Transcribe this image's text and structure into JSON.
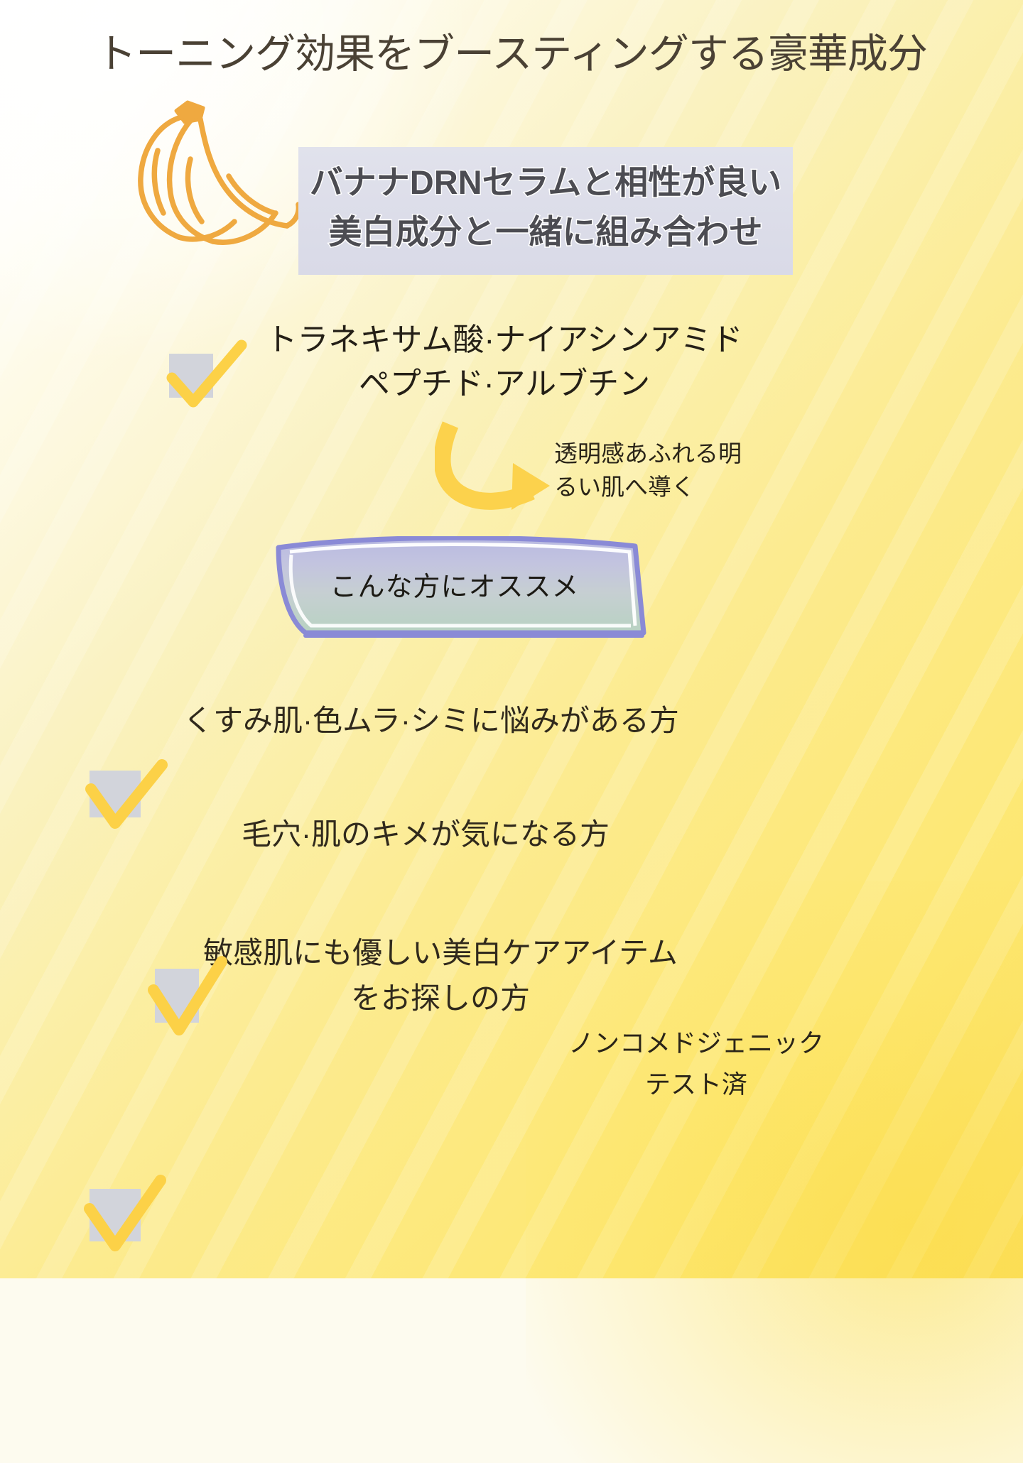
{
  "page": {
    "title": "トーニング効果をブースティングする豪華成分"
  },
  "highlight_box": {
    "line1": "バナナDRNセラムと相性が良い",
    "line2": "美白成分と一緒に組み合わせ",
    "background_color": "#DDDEEA",
    "text_color": "#4C4C52"
  },
  "ingredients": {
    "line1": "トラネキサム酸·ナイアシンアミド",
    "line2": "ペプチド·アルブチン"
  },
  "arrow_caption": {
    "line1": "透明感あふれる明",
    "line2": "るい肌へ導く"
  },
  "ribbon": {
    "label": "こんな方にオススメ",
    "border_color": "#8A8AD6",
    "gradient_top": "#BFC0E4",
    "gradient_bottom": "#BCD4C6"
  },
  "recommendations": [
    {
      "text": "くすみ肌·色ムラ·シミに悩みがある方"
    },
    {
      "text": "毛穴·肌のキメが気になる方"
    },
    {
      "line1": "敏感肌にも優しい美白ケアアイテム",
      "line2": "をお探しの方"
    }
  ],
  "footnote": {
    "line1": "ノンコメドジェニック",
    "line2": "テスト済"
  },
  "icons": {
    "banana": "banana-bunch-icon",
    "check": "check-mark-icon",
    "arrow": "curved-arrow-icon"
  },
  "colors": {
    "banana_line": "#EFA940",
    "check_mark": "#FCD147",
    "check_box": "#D2D4DB",
    "background_top": "#FFFFFF",
    "background_bottom": "#FBDE5C",
    "title_text": "#4A4134"
  }
}
